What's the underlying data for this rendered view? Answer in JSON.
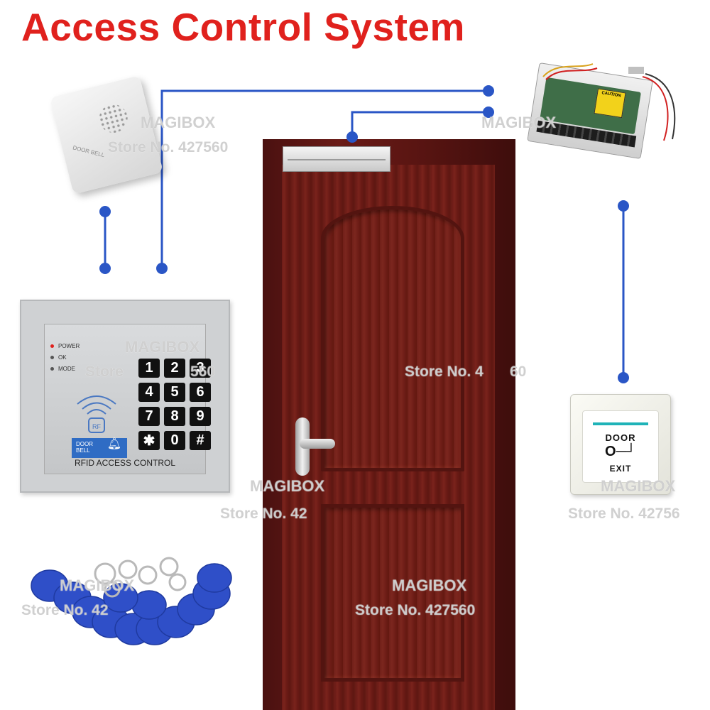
{
  "title": "Access Control System",
  "watermarks": {
    "brand": "MAGIBOX",
    "store": "Store No. 427560",
    "store_partial_keypad": "Store",
    "store_partial_keypad_tail": "560",
    "store_partial_door_mid": "Store No. 4",
    "store_partial_door_mid_tail": "60",
    "store_partial_tags": "Store No. 42",
    "store_partial_door_low": "Store No. 427560",
    "store_partial_exit": "Store No. 42756",
    "store_partial_left": "Store No. 42"
  },
  "keypad": {
    "leds": [
      "POWER",
      "OK",
      "MODE"
    ],
    "keys": [
      "1",
      "2",
      "3",
      "4",
      "5",
      "6",
      "7",
      "8",
      "9",
      "✱",
      "0",
      "#"
    ],
    "rf_label": "RF",
    "doorbell_label_1": "DOOR",
    "doorbell_label_2": "BELL",
    "label": "RFID ACCESS CONTROL"
  },
  "doorbell": {
    "label": "DOOR BELL"
  },
  "psu": {
    "caution": "CAUTION"
  },
  "exit_button": {
    "line1": "DOOR",
    "line2": "EXIT"
  },
  "colors": {
    "title": "#e0211d",
    "wire": "#2a56c6",
    "door": "#6d1c17"
  },
  "icons": [
    "doorbell-icon",
    "power-supply-icon",
    "magnetic-lock-icon",
    "door-handle-icon",
    "rf-wave-icon",
    "key-icon",
    "rfid-tag-icon"
  ]
}
